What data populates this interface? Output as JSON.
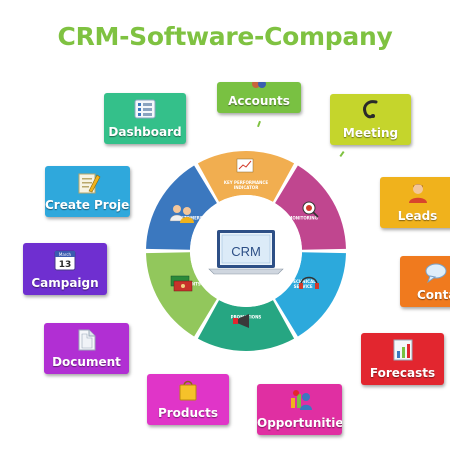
{
  "title": "CRM-Software-Company",
  "center": {
    "label": "CRM"
  },
  "tiles": [
    {
      "label": "Accounts",
      "color": "#79c142",
      "icon": "people-icon"
    },
    {
      "label": "Dashboard",
      "color": "#34c08a",
      "icon": "dashboard-list-icon"
    },
    {
      "label": "Meeting",
      "color": "#c5d52c",
      "icon": "headset-icon"
    },
    {
      "label": "Create Project",
      "color": "#2fa8dc",
      "icon": "document-pencil-icon"
    },
    {
      "label": "Leads",
      "color": "#f0b21c",
      "icon": "person-icon"
    },
    {
      "label": "Campaign",
      "color": "#6f2fd0",
      "icon": "calendar-icon"
    },
    {
      "label": "Contacts",
      "color": "#f07a1e",
      "icon": "chat-bubble-icon"
    },
    {
      "label": "Document",
      "color": "#b12fd3",
      "icon": "file-icon"
    },
    {
      "label": "Forecasts",
      "color": "#e2262f",
      "icon": "bar-chart-icon"
    },
    {
      "label": "Products",
      "color": "#e035c8",
      "icon": "shopping-bag-icon"
    },
    {
      "label": "Opportunities",
      "color": "#e02fa2",
      "icon": "users-chart-icon"
    }
  ],
  "calendar": {
    "month": "March",
    "day": "13"
  },
  "wheel": {
    "segments": [
      {
        "label": "KEY PERFORMANCE INDICATOR",
        "color": "#f1ae50"
      },
      {
        "label": "MONITORING",
        "color": "#c0468f"
      },
      {
        "label": "TECHNICAL SERVICE",
        "color": "#2ca9dc"
      },
      {
        "label": "PROMOTIONS",
        "color": "#26a682"
      },
      {
        "label": "PAYMENTS",
        "color": "#92c75c"
      },
      {
        "label": "CUSTOMERS",
        "color": "#3b78bf"
      }
    ]
  }
}
